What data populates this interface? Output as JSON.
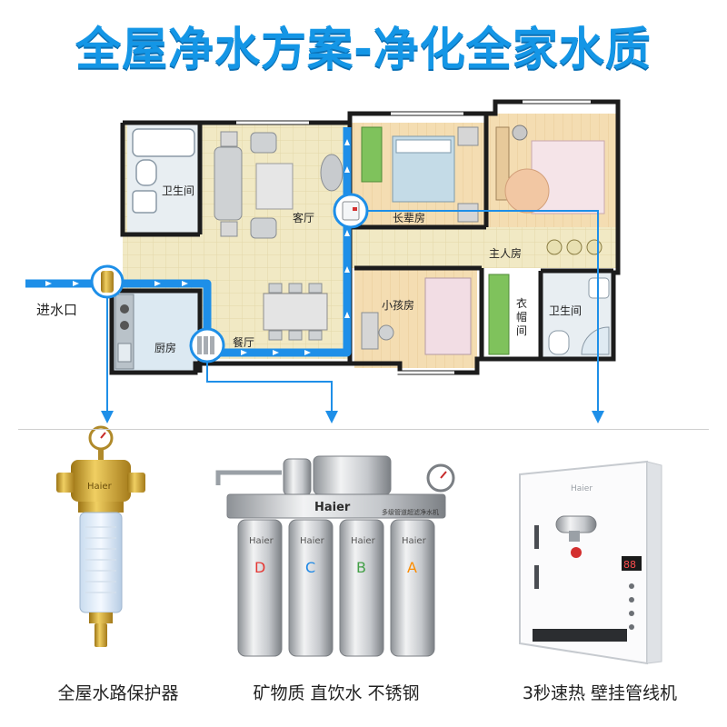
{
  "title": "全屋净水方案-净化全家水质",
  "inlet_label": "进水口",
  "rooms": {
    "bathroom_left": "卫生间",
    "living_room": "客厅",
    "elder_room": "长辈房",
    "master_room": "主人房",
    "kitchen": "厨房",
    "dining": "餐厅",
    "kid_room": "小孩房",
    "closet_1": "衣",
    "closet_2": "帽",
    "closet_3": "间",
    "bathroom_right": "卫生间"
  },
  "products": {
    "prefilter_brand": "Haier",
    "purifier_brand": "Haier",
    "purifier_model": "多级管道超滤净水机",
    "cartridge_brand": "Haier",
    "cartridge_letters": [
      "D",
      "C",
      "B",
      "A"
    ],
    "dispenser_brand": "Haier",
    "dispenser_display": "88"
  },
  "captions": [
    "全屋水路保护器",
    "矿物质 直饮水 不锈钢",
    "3秒速热 壁挂管线机"
  ],
  "colors": {
    "title": "#1496e6",
    "pipe": "#1e8fe8",
    "wall": "#1c1c1c",
    "floor_tile": "#efe6bf",
    "floor_wood": "#f3dcb0",
    "brass": "#c9a030"
  }
}
